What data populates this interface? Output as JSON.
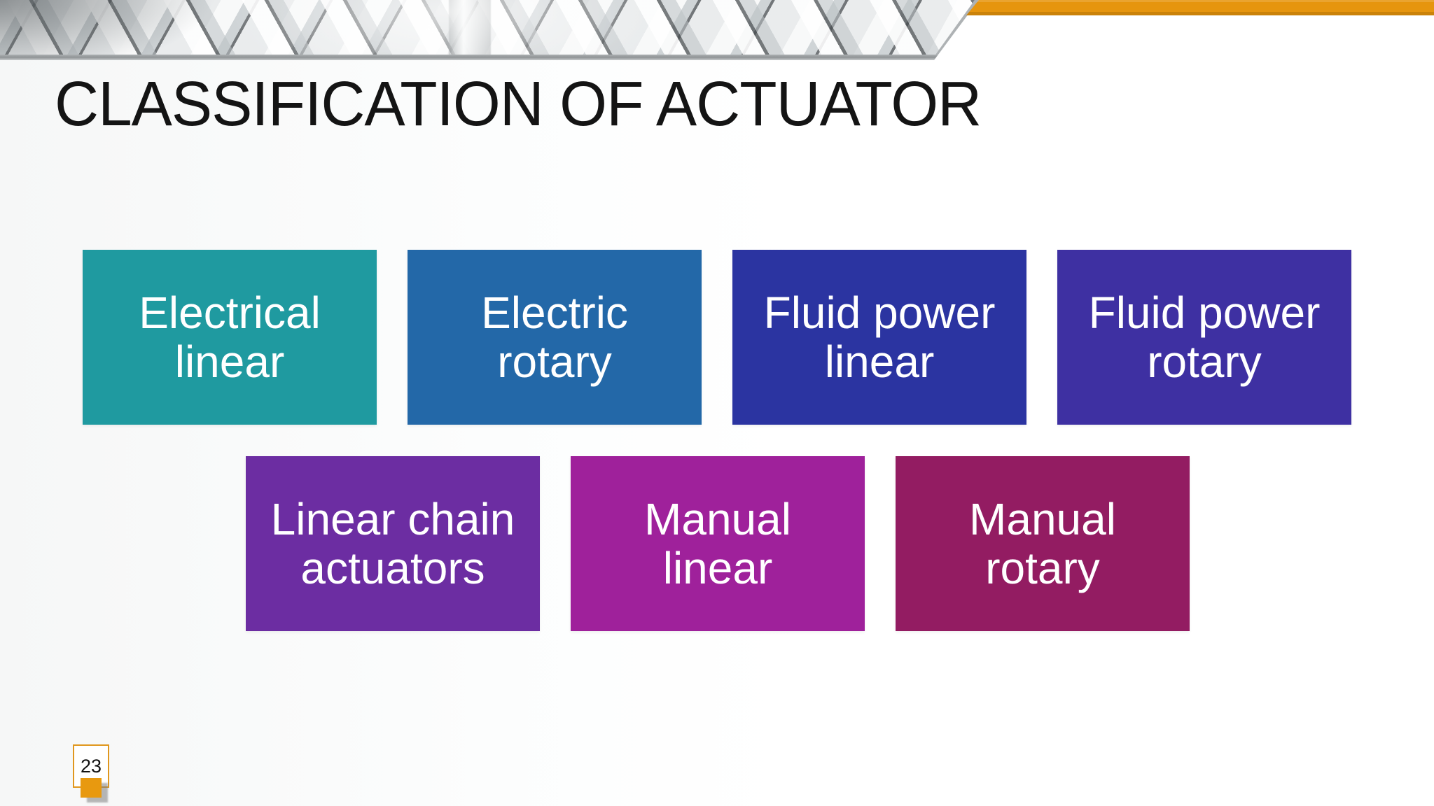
{
  "slide": {
    "title": "CLASSIFICATION OF ACTUATOR",
    "page_number": "23",
    "theme": {
      "accent_orange": "#E6950E",
      "square_orange": "#E8990F",
      "photo_border_gray": "#A4A8AA",
      "header_photo_alt": "steel-roof-beams-photo"
    },
    "boxes": [
      {
        "id": "electrical-linear",
        "text": "Electrical\nlinear",
        "color": "#1F9AA0"
      },
      {
        "id": "electric-rotary",
        "text": "Electric\nrotary",
        "color": "#2368A8"
      },
      {
        "id": "fluid-power-linear",
        "text": "Fluid power\nlinear",
        "color": "#2B34A1"
      },
      {
        "id": "fluid-power-rotary",
        "text": "Fluid power\nrotary",
        "color": "#3E30A2"
      },
      {
        "id": "linear-chain-actuators",
        "text": "Linear chain\nactuators",
        "color": "#6C2DA2"
      },
      {
        "id": "manual-linear",
        "text": "Manual\nlinear",
        "color": "#9F219B"
      },
      {
        "id": "manual-rotary",
        "text": "Manual\nrotary",
        "color": "#931C62"
      }
    ]
  }
}
